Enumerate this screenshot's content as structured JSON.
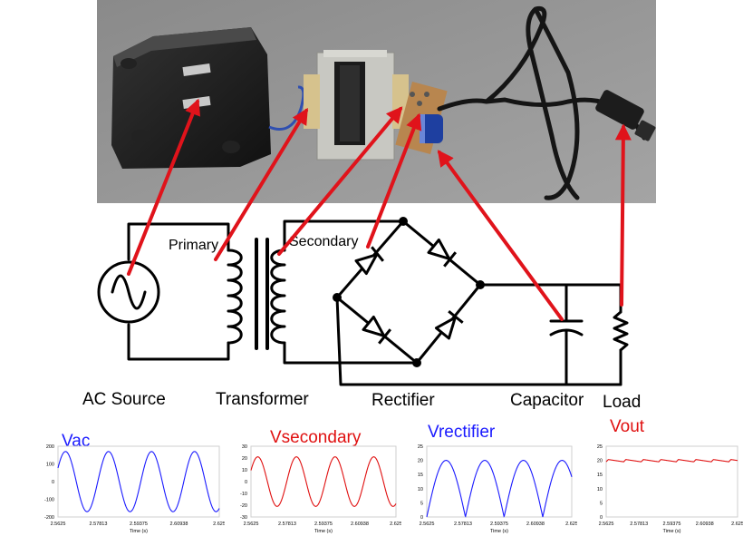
{
  "labels": {
    "primary": "Primary",
    "secondary": "Secondary",
    "ac_source": "AC Source",
    "transformer": "Transformer",
    "rectifier": "Rectifier",
    "capacitor": "Capacitor",
    "load": "Load"
  },
  "colors": {
    "arrow": "#e0131b",
    "blue_trace": "#1a1aff",
    "red_trace": "#e01010",
    "photo_bg": "#8e8e8e"
  },
  "chart_data": [
    {
      "type": "line",
      "title": "Vac",
      "title_color": "#1a1aff",
      "xlabel": "Time (s)",
      "ylabel": "",
      "x_ticks": [
        "2.5625",
        "2.57813",
        "2.59375",
        "2.60938",
        "2.625"
      ],
      "y_ticks": [
        "200",
        "100",
        "0",
        "-100",
        "-200"
      ],
      "xlim": [
        2.5625,
        2.625
      ],
      "ylim": [
        -200,
        200
      ],
      "series": [
        {
          "color": "#1a1aff",
          "shape": "sine",
          "amplitude": 170,
          "offset": 0,
          "frequency_hz": 60
        }
      ]
    },
    {
      "type": "line",
      "title": "Vsecondary",
      "title_color": "#e01010",
      "xlabel": "Time (s)",
      "ylabel": "",
      "x_ticks": [
        "2.5625",
        "2.57813",
        "2.59375",
        "2.60938",
        "2.625"
      ],
      "y_ticks": [
        "30",
        "20",
        "10",
        "0",
        "-10",
        "-20",
        "-30"
      ],
      "xlim": [
        2.5625,
        2.625
      ],
      "ylim": [
        -30,
        30
      ],
      "series": [
        {
          "color": "#e01010",
          "shape": "sine",
          "amplitude": 21,
          "offset": 0,
          "frequency_hz": 60
        }
      ]
    },
    {
      "type": "line",
      "title": "Vrectifier",
      "title_color": "#1a1aff",
      "xlabel": "Time (s)",
      "ylabel": "",
      "x_ticks": [
        "2.5625",
        "2.57813",
        "2.59375",
        "2.60938",
        "2.625"
      ],
      "y_ticks": [
        "25",
        "20",
        "15",
        "10",
        "5",
        "0"
      ],
      "xlim": [
        2.5625,
        2.625
      ],
      "ylim": [
        0,
        25
      ],
      "series": [
        {
          "color": "#1a1aff",
          "shape": "abs-sine",
          "amplitude": 20,
          "offset": 0,
          "frequency_hz": 60
        }
      ]
    },
    {
      "type": "line",
      "title": "Vout",
      "title_color": "#e01010",
      "xlabel": "Time (s)",
      "ylabel": "",
      "x_ticks": [
        "2.5625",
        "2.57813",
        "2.59375",
        "2.60938",
        "2.625"
      ],
      "y_ticks": [
        "25",
        "20",
        "15",
        "10",
        "5",
        "0"
      ],
      "xlim": [
        2.5625,
        2.625
      ],
      "ylim": [
        0,
        25
      ],
      "series": [
        {
          "color": "#e01010",
          "shape": "ripple",
          "amplitude": 0.8,
          "offset": 19.5,
          "frequency_hz": 120
        }
      ]
    }
  ]
}
